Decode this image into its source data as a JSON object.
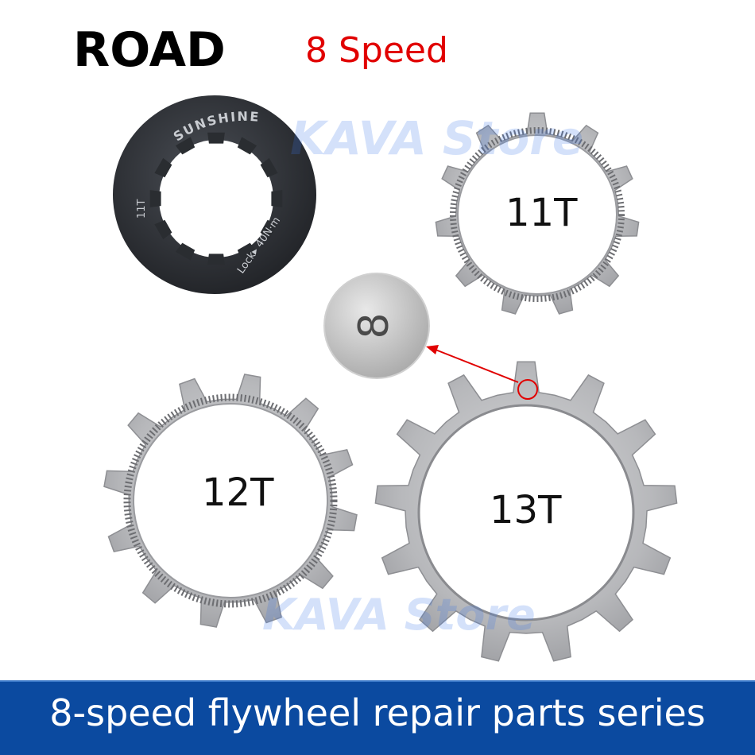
{
  "header": {
    "title": "ROAD",
    "speed": "8 Speed"
  },
  "watermark": {
    "text": "KAVA Store"
  },
  "lockring": {
    "brand": "SUNSHINE",
    "size": "11T",
    "torque": "Lock▸ 40N·m"
  },
  "gears": {
    "g11": "11T",
    "g12": "12T",
    "g13": "13T"
  },
  "zoom": {
    "mark": "8"
  },
  "banner": {
    "text": "8-speed flywheel repair parts series"
  },
  "colors": {
    "accent_red": "#e10000",
    "banner_blue": "#0b4aa0",
    "lockring": "#2e3136",
    "steel": "#b9babd"
  }
}
